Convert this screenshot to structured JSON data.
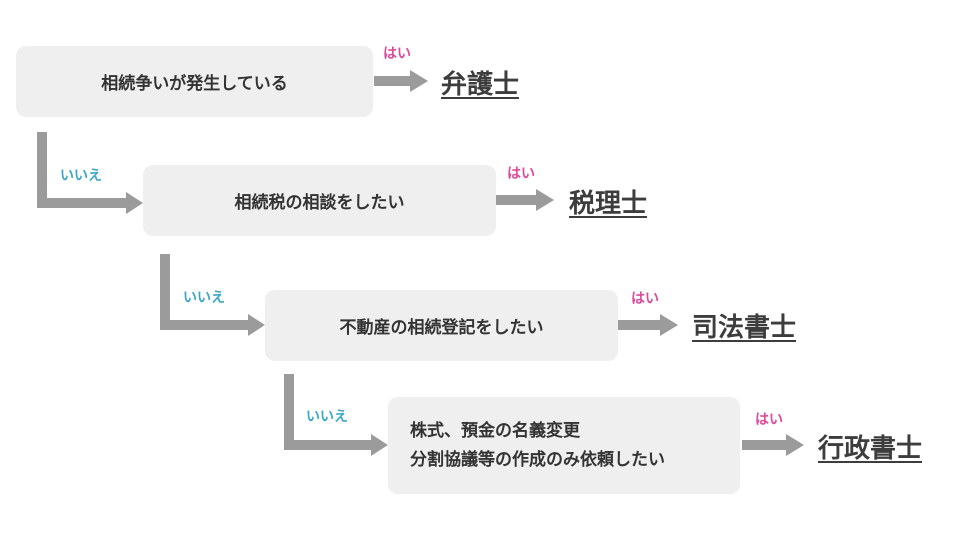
{
  "steps": [
    {
      "question": [
        "相続争いが発生している"
      ],
      "yes_label": "はい",
      "result": "弁護士"
    },
    {
      "question": [
        "相続税の相談をしたい"
      ],
      "yes_label": "はい",
      "result": "税理士",
      "no_label": "いいえ"
    },
    {
      "question": [
        "不動産の相続登記をしたい"
      ],
      "yes_label": "はい",
      "result": "司法書士",
      "no_label": "いいえ"
    },
    {
      "question": [
        "株式、預金の名義変更",
        "分割協議等の作成のみ依頼したい"
      ],
      "yes_label": "はい",
      "result": "行政書士",
      "no_label": "いいえ"
    }
  ],
  "colors": {
    "box": "#efefef",
    "arrow": "#9b9b9b",
    "yes": "#e0489a",
    "no": "#3aa7c9",
    "text": "#333333"
  }
}
